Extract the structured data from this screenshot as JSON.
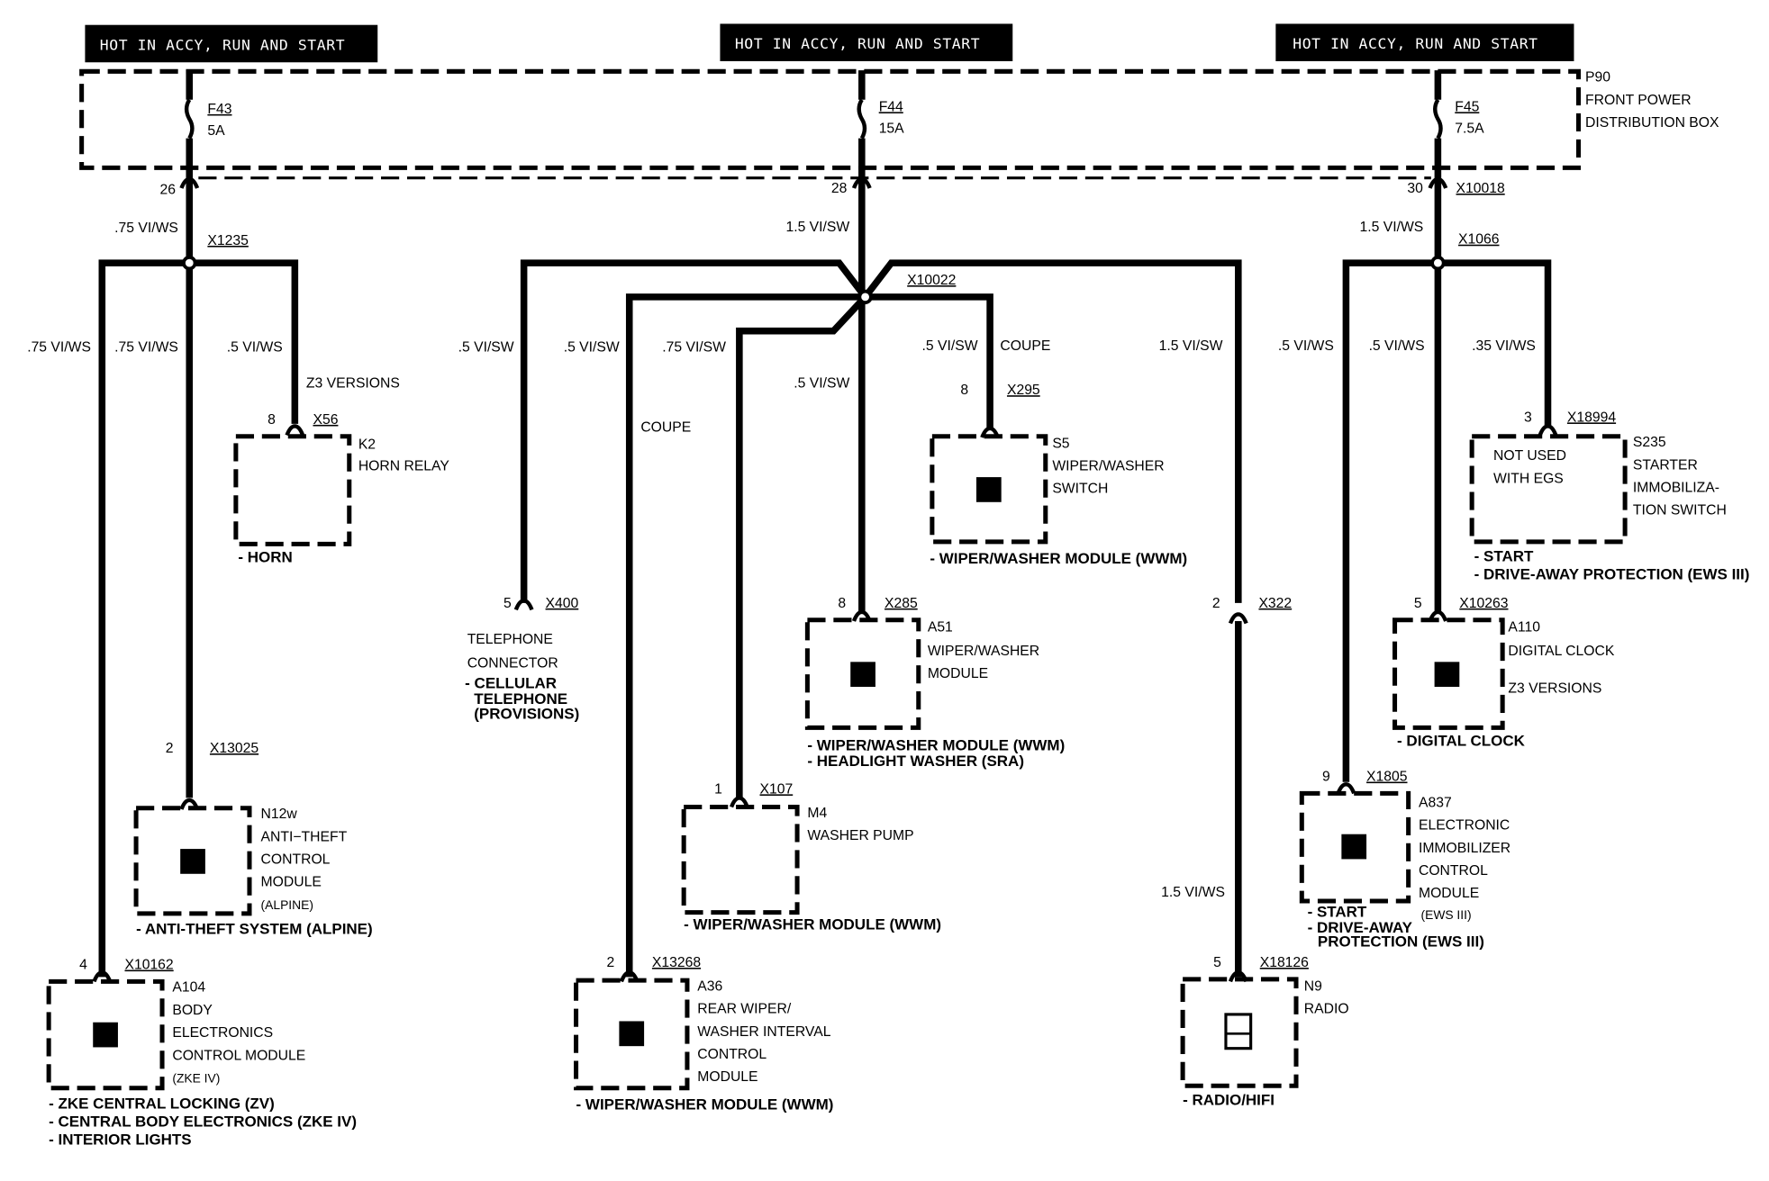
{
  "header_labels": [
    "HOT IN ACCY, RUN AND START",
    "HOT IN ACCY, RUN AND START",
    "HOT IN ACCY, RUN AND START"
  ],
  "fuse_box": {
    "id": "P90",
    "name_lines": [
      "FRONT POWER",
      "DISTRIBUTION BOX"
    ],
    "fuses": [
      {
        "id": "F43",
        "rating": "5A",
        "pin": "26"
      },
      {
        "id": "F44",
        "rating": "15A",
        "pin": "28"
      },
      {
        "id": "F45",
        "rating": "7.5A",
        "pin": "30",
        "connector": "X10018"
      }
    ]
  },
  "wire_labels": {
    "w1": ".75 VI/WS",
    "w2": ".75 VI/WS",
    "w3": ".75 VI/WS",
    "w4": ".5 VI/WS",
    "z3": "Z3 VERSIONS",
    "m1": "1.5 VI/SW",
    "m2": ".5 VI/SW",
    "m3": ".5 VI/SW",
    "m4": ".75 VI/SW",
    "m5": ".5 VI/SW",
    "m6": ".5 VI/SW",
    "coupe1": "COUPE",
    "coupe2": "COUPE",
    "m7": "1.5 VI/SW",
    "m8": "1.5 VI/WS",
    "r1": "1.5 VI/WS",
    "r2": ".5 VI/WS",
    "r3": ".5 VI/WS",
    "r4": ".35 VI/WS"
  },
  "splices": {
    "left": "X1235",
    "mid": "X10022",
    "right": "X1066"
  },
  "components": {
    "k2": {
      "pin": "8",
      "conn": "X56",
      "id": "K2",
      "lines": [
        "HORN RELAY"
      ],
      "functions": [
        "- HORN"
      ]
    },
    "n12w": {
      "pin": "2",
      "conn": "X13025",
      "id": "N12w",
      "lines": [
        "ANTI−THEFT",
        "CONTROL",
        "MODULE",
        "(ALPINE)"
      ],
      "functions": [
        "- ANTI-THEFT SYSTEM (ALPINE)"
      ]
    },
    "a104": {
      "pin": "4",
      "conn": "X10162",
      "id": "A104",
      "lines": [
        "BODY",
        "ELECTRONICS",
        "CONTROL MODULE",
        "(ZKE IV)"
      ],
      "functions": [
        "- ZKE CENTRAL LOCKING (ZV)",
        "- CENTRAL BODY ELECTRONICS (ZKE IV)",
        "- INTERIOR LIGHTS"
      ]
    },
    "tel": {
      "pin": "5",
      "conn": "X400",
      "lines": [
        "TELEPHONE",
        "CONNECTOR"
      ],
      "functions": [
        "- CELLULAR",
        "TELEPHONE",
        "(PROVISIONS)"
      ]
    },
    "s5": {
      "pin": "8",
      "conn": "X295",
      "id": "S5",
      "lines": [
        "WIPER/WASHER",
        "SWITCH"
      ],
      "functions": [
        "- WIPER/WASHER MODULE (WWM)"
      ]
    },
    "a51": {
      "pin": "8",
      "conn": "X285",
      "id": "A51",
      "lines": [
        "WIPER/WASHER",
        "MODULE"
      ],
      "functions": [
        "- WIPER/WASHER MODULE (WWM)",
        "- HEADLIGHT WASHER (SRA)"
      ]
    },
    "m4": {
      "pin": "1",
      "conn": "X107",
      "id": "M4",
      "lines": [
        "WASHER PUMP"
      ],
      "functions": [
        "- WIPER/WASHER MODULE (WWM)"
      ]
    },
    "a36": {
      "pin": "2",
      "conn": "X13268",
      "id": "A36",
      "lines": [
        "REAR WIPER/",
        "WASHER INTERVAL",
        "CONTROL",
        "MODULE"
      ],
      "functions": [
        "- WIPER/WASHER MODULE (WWM)"
      ]
    },
    "x322": {
      "pin": "2",
      "conn": "X322"
    },
    "n9": {
      "pin": "5",
      "conn": "X18126",
      "id": "N9",
      "lines": [
        "RADIO"
      ],
      "functions": [
        "- RADIO/HIFI"
      ]
    },
    "s235": {
      "pin": "3",
      "conn": "X18994",
      "id": "S235",
      "inside": [
        "NOT USED",
        "WITH EGS"
      ],
      "lines": [
        "STARTER",
        "IMMOBILIZA-",
        "TION SWITCH"
      ],
      "functions": [
        "- START",
        "- DRIVE-AWAY PROTECTION (EWS III)"
      ]
    },
    "a110": {
      "pin": "5",
      "conn": "X10263",
      "id": "A110",
      "lines": [
        "DIGITAL CLOCK",
        "Z3 VERSIONS"
      ],
      "functions": [
        "- DIGITAL CLOCK"
      ]
    },
    "a837": {
      "pin": "9",
      "conn": "X1805",
      "id": "A837",
      "lines": [
        "ELECTRONIC",
        "IMMOBILIZER",
        "CONTROL",
        "MODULE",
        "(EWS III)"
      ],
      "functions": [
        "- START",
        "- DRIVE-AWAY",
        "PROTECTION (EWS III)"
      ]
    }
  }
}
